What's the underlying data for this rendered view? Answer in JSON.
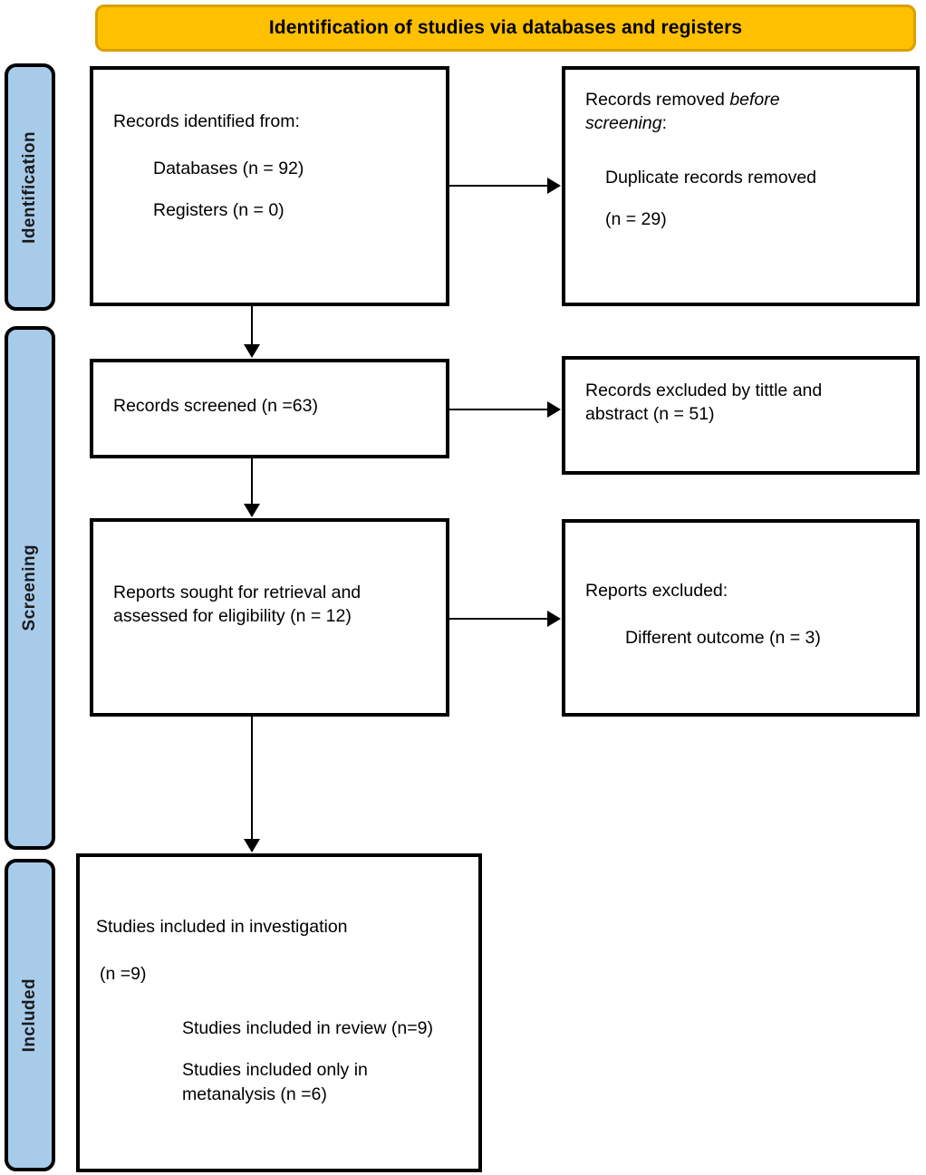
{
  "banner": {
    "title": "Identification of studies via databases and registers",
    "color": "#FFC000",
    "border_color": "#D9A000"
  },
  "stages": {
    "color": "#A8CBEA",
    "items": [
      {
        "key": "identification",
        "label": "Identification"
      },
      {
        "key": "screening",
        "label": "Screening"
      },
      {
        "key": "included",
        "label": "Included"
      }
    ]
  },
  "boxes": {
    "identified": {
      "heading": "Records identified from:",
      "items": [
        "Databases (n = 92)",
        "Registers (n = 0)"
      ]
    },
    "removed": {
      "heading_plain": "Records removed ",
      "heading_italic": "before screening",
      "heading_colon": ":",
      "items": [
        "Duplicate records removed",
        "(n = 29)"
      ]
    },
    "screened": {
      "text": "Records screened (n =63)"
    },
    "excluded_title_abstract": {
      "text": "Records excluded by tittle and abstract (n = 51)"
    },
    "sought": {
      "text": "Reports sought for retrieval and assessed for eligibility (n = 12)"
    },
    "reports_excluded": {
      "heading": "Reports excluded:",
      "items": [
        "Different outcome (n = 3)"
      ]
    },
    "included": {
      "heading": "Studies included in investigation",
      "count": "(n =9)",
      "items": [
        "Studies included in review (n=9)",
        "Studies included only in",
        "metanalysis (n =6)"
      ]
    }
  },
  "flow_data": {
    "type": "prisma-flow",
    "title": "Identification of studies via databases and registers",
    "nodes": [
      {
        "id": "identified",
        "stage": "Identification",
        "label": "Records identified from: Databases (n = 92), Registers (n = 0)",
        "n_databases": 92,
        "n_registers": 0
      },
      {
        "id": "removed",
        "stage": "Identification",
        "label": "Records removed before screening: Duplicate records removed (n = 29)",
        "n": 29
      },
      {
        "id": "screened",
        "stage": "Screening",
        "label": "Records screened (n =63)",
        "n": 63
      },
      {
        "id": "excluded_title_abstract",
        "stage": "Screening",
        "label": "Records excluded by tittle and abstract (n = 51)",
        "n": 51
      },
      {
        "id": "sought",
        "stage": "Screening",
        "label": "Reports sought for retrieval and assessed for eligibility (n = 12)",
        "n": 12
      },
      {
        "id": "reports_excluded",
        "stage": "Screening",
        "label": "Reports excluded: Different outcome (n = 3)",
        "n": 3
      },
      {
        "id": "included",
        "stage": "Included",
        "label": "Studies included in investigation (n =9)",
        "n": 9,
        "n_review": 9,
        "n_metanalysis": 6
      }
    ],
    "edges": [
      {
        "from": "identified",
        "to": "removed",
        "direction": "right"
      },
      {
        "from": "identified",
        "to": "screened",
        "direction": "down"
      },
      {
        "from": "screened",
        "to": "excluded_title_abstract",
        "direction": "right"
      },
      {
        "from": "screened",
        "to": "sought",
        "direction": "down"
      },
      {
        "from": "sought",
        "to": "reports_excluded",
        "direction": "right"
      },
      {
        "from": "sought",
        "to": "included",
        "direction": "down"
      }
    ]
  }
}
